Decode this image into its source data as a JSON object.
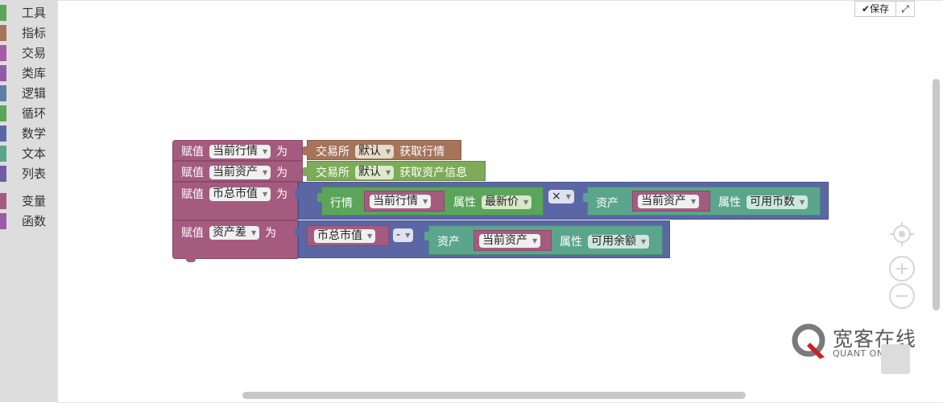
{
  "toolbox": {
    "categories": [
      {
        "label": "工具",
        "color": "#5ba55b"
      },
      {
        "label": "指标",
        "color": "#a5745b"
      },
      {
        "label": "交易",
        "color": "#a55ba5"
      },
      {
        "label": "类库",
        "color": "#935ba5"
      },
      {
        "label": "逻辑",
        "color": "#5b80a5"
      },
      {
        "label": "循环",
        "color": "#5ba55b"
      },
      {
        "label": "数学",
        "color": "#5b67a5"
      },
      {
        "label": "文本",
        "color": "#5ba58c"
      },
      {
        "label": "列表",
        "color": "#745ba5"
      },
      {
        "label": "变量",
        "color": "#a55b80"
      },
      {
        "label": "函数",
        "color": "#995ba5"
      }
    ]
  },
  "toolbar": {
    "save_label": "保存",
    "save_icon": "check-icon",
    "fullscreen_icon": "expand-icon"
  },
  "colors": {
    "variables": "#a55b80",
    "indicator": "#a5745b",
    "tools": "#5ba55b",
    "math": "#5b67a5",
    "text": "#5ba58c",
    "dropdown_light": "#f0f0f0"
  },
  "blocks": {
    "b1": {
      "assign": "赋值",
      "var": "当前行情",
      "as": "为",
      "exchange": "交易所",
      "exchange_val": "默认",
      "action": "获取行情"
    },
    "b2": {
      "assign": "赋值",
      "var": "当前资产",
      "as": "为",
      "exchange": "交易所",
      "exchange_val": "默认",
      "action": "获取资产信息"
    },
    "b3": {
      "assign": "赋值",
      "var": "币总市值",
      "as": "为",
      "ticker": "行情",
      "ticker_var": "当前行情",
      "attr": "属性",
      "attr_val": "最新价",
      "op": "×",
      "asset": "资产",
      "asset_var": "当前资产",
      "attr2": "属性",
      "attr2_val": "可用币数"
    },
    "b4": {
      "assign": "赋值",
      "var": "资产差",
      "as": "为",
      "left_var": "币总市值",
      "op": "-",
      "asset": "资产",
      "asset_var": "当前资产",
      "attr": "属性",
      "attr_val": "可用余额"
    }
  },
  "logo": {
    "zh": "宽客在线",
    "en": "QUANT ON-LINE"
  }
}
